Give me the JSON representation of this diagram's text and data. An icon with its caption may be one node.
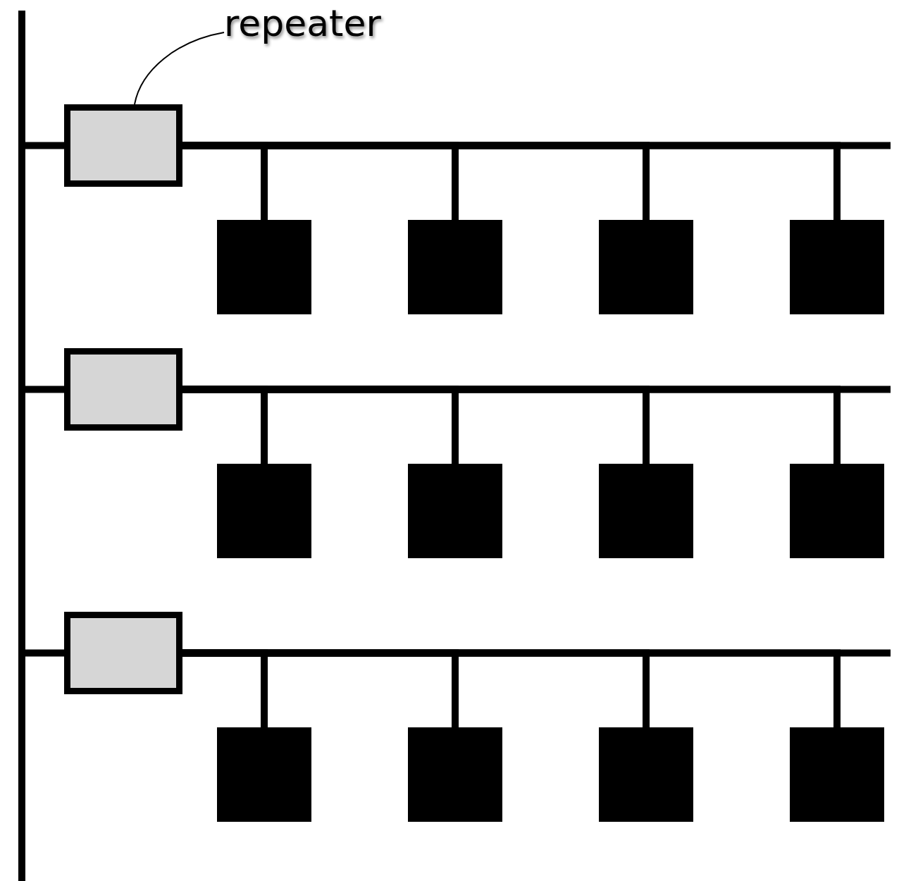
{
  "diagram": {
    "nodes": [
      {
        "text": [
          "repeater"
        ]
      },
      {
        "text": [],
        "shape": "bar"
      },
      {
        "text": [],
        "shape": "box"
      },
      {
        "text": [],
        "shape": "box"
      },
      {
        "text": [],
        "shape": "box"
      },
      {
        "text": [],
        "shape": "box"
      },
      {
        "text": [],
        "shape": "box"
      },
      {
        "text": [],
        "shape": "box"
      },
      {
        "text": [],
        "shape": "box"
      },
      {
        "text": [],
        "shape": "box"
      },
      {
        "text": [],
        "shape": "box"
      },
      {
        "text": [],
        "shape": "box"
      },
      {
        "text": [],
        "shape": "box"
      },
      {
        "text": [],
        "shape": "box"
      },
      {
        "text": [],
        "shape": "box"
      },
      {
        "text": [],
        "shape": "box"
      },
      {
        "text": [],
        "shape": "box"
      }
    ],
    "edges": [
      {
        "from": 0,
        "to": 2,
        "arrow": "none"
      },
      {
        "from": 1,
        "to": 2,
        "arrow": "none"
      },
      {
        "from": 2,
        "to": 3,
        "arrow": "none"
      },
      {
        "from": 2,
        "to": 4,
        "arrow": "none"
      },
      {
        "from": 2,
        "to": 5,
        "arrow": "none"
      },
      {
        "from": 2,
        "to": 6,
        "arrow": "none"
      },
      {
        "from": 1,
        "to": 7,
        "arrow": "none"
      },
      {
        "from": 7,
        "to": 8,
        "arrow": "none"
      },
      {
        "from": 7,
        "to": 9,
        "arrow": "none"
      },
      {
        "from": 7,
        "to": 10,
        "arrow": "none"
      },
      {
        "from": 7,
        "to": 11,
        "arrow": "none"
      },
      {
        "from": 1,
        "to": 12,
        "arrow": "none"
      },
      {
        "from": 12,
        "to": 13,
        "arrow": "none"
      },
      {
        "from": 12,
        "to": 14,
        "arrow": "none"
      },
      {
        "from": 12,
        "to": 15,
        "arrow": "none"
      },
      {
        "from": 12,
        "to": 16,
        "arrow": "none"
      }
    ]
  }
}
